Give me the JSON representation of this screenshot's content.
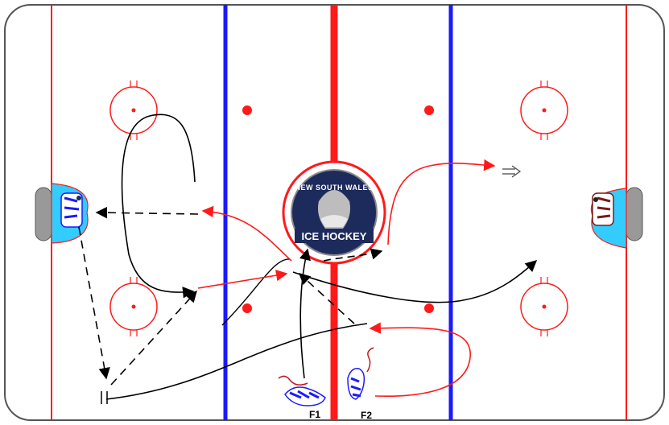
{
  "logo": {
    "top_text": "NEW SOUTH WALES",
    "bottom_text": "ICE HOCKEY"
  },
  "players": [
    {
      "label": "F1"
    },
    {
      "label": "F2"
    }
  ],
  "colors": {
    "board": "#555555",
    "red_line": "#ff1a1a",
    "blue_line": "#1a1aff",
    "crease": "#33ccff",
    "pass_line": "#000000",
    "logo_navy": "#1d2a5c"
  },
  "icons": [
    "hockey-net-icon",
    "goalie-icon",
    "player-icon",
    "puck-pile-icon",
    "tic-marks-icon"
  ]
}
